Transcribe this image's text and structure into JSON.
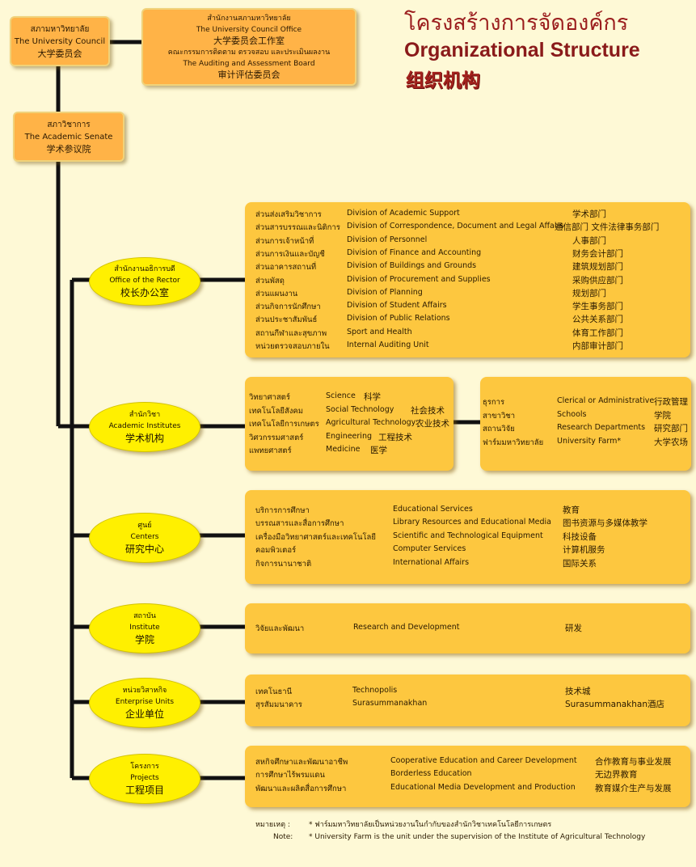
{
  "title": {
    "thai": "โครงสร้างการจัดองค์กร",
    "english": "Organizational Structure",
    "chinese": "组织机构"
  },
  "council": {
    "thai": "สภามหาวิทยาลัย",
    "english": "The University Council",
    "chinese": "大学委员会"
  },
  "council_office": {
    "thai1": "สำนักงานสภามหาวิทยาลัย",
    "english1": "The University Council Office",
    "chinese1": "大学委员会工作室",
    "thai2": "คณะกรรมการติดตาม ตรวจสอบ และประเมินผลงาน",
    "english2": "The Auditing and Assessment Board",
    "chinese2": "审计评估委员会"
  },
  "senate": {
    "thai": "สภาวิชาการ",
    "english": "The Academic Senate",
    "chinese": "学术参议院"
  },
  "units": [
    {
      "thai": "สำนักงานอธิการบดี",
      "english": "Office of the Rector",
      "chinese": "校长办公室",
      "rows": [
        {
          "th": "ส่วนส่งเสริมวิชาการ",
          "en": "Division of Academic Support",
          "cn": "学术部门"
        },
        {
          "th": "ส่วนสารบรรณและนิติการ",
          "en": "Division of Correspondence, Document and Legal Affairs",
          "cn": "通信部门 文件法律事务部门"
        },
        {
          "th": "ส่วนการเจ้าหน้าที่",
          "en": "Division of Personnel",
          "cn": "人事部门"
        },
        {
          "th": "ส่วนการเงินและบัญชี",
          "en": "Division of Finance and Accounting",
          "cn": "财务会计部门"
        },
        {
          "th": "ส่วนอาคารสถานที่",
          "en": "Division of Buildings and Grounds",
          "cn": "建筑规划部门"
        },
        {
          "th": "ส่วนพัสดุ",
          "en": "Division of Procurement and Supplies",
          "cn": "采购供应部门"
        },
        {
          "th": "ส่วนแผนงาน",
          "en": "Division of Planning",
          "cn": "规划部门"
        },
        {
          "th": "ส่วนกิจการนักศึกษา",
          "en": "Division of Student Affairs",
          "cn": "学生事务部门"
        },
        {
          "th": "ส่วนประชาสัมพันธ์",
          "en": "Division of Public Relations",
          "cn": "公共关系部门"
        },
        {
          "th": "สถานกีฬาและสุขภาพ",
          "en": "Sport and Health",
          "cn": "体育工作部门"
        },
        {
          "th": "หน่วยตรวจสอบภายใน",
          "en": "Internal Auditing Unit",
          "cn": "内部审计部门"
        }
      ]
    },
    {
      "thai": "สำนักวิชา",
      "english": "Academic Institutes",
      "chinese": "学术机构",
      "rows": [
        {
          "th": "วิทยาศาสตร์",
          "en": "Science",
          "cn": "科学"
        },
        {
          "th": "เทคโนโลยีสังคม",
          "en": "Social Technology",
          "cn": "社会技术"
        },
        {
          "th": "เทคโนโลยีการเกษตร",
          "en": "Agricultural Technology",
          "cn": "农业技术"
        },
        {
          "th": "วิศวกรรมศาสตร์",
          "en": "Engineering",
          "cn": "工程技术"
        },
        {
          "th": "แพทยศาสตร์",
          "en": "Medicine",
          "cn": "医学"
        }
      ],
      "sub_rows": [
        {
          "th": "ธุรการ",
          "en": "Clerical or Administrative",
          "cn": "行政管理"
        },
        {
          "th": "สาขาวิชา",
          "en": "Schools",
          "cn": "学院"
        },
        {
          "th": "สถานวิจัย",
          "en": "Research Departments",
          "cn": "研究部门"
        },
        {
          "th": "ฟาร์มมหาวิทยาลัย",
          "en": "University Farm*",
          "cn": "大学农场"
        }
      ]
    },
    {
      "thai": "ศูนย์",
      "english": "Centers",
      "chinese": "研究中心",
      "rows": [
        {
          "th": "บริการการศึกษา",
          "en": "Educational Services",
          "cn": "教育"
        },
        {
          "th": "บรรณสารและสื่อการศึกษา",
          "en": "Library Resources and Educational Media",
          "cn": "图书资源与多媒体教学"
        },
        {
          "th": "เครื่องมือวิทยาศาสตร์และเทคโนโลยี",
          "en": "Scientific and Technological Equipment",
          "cn": "科技设备"
        },
        {
          "th": "คอมพิวเตอร์",
          "en": "Computer Services",
          "cn": "计算机服务"
        },
        {
          "th": "กิจการนานาชาติ",
          "en": "International Affairs",
          "cn": "国际关系"
        }
      ]
    },
    {
      "thai": "สถาบัน",
      "english": "Institute",
      "chinese": "学院",
      "rows": [
        {
          "th": "วิจัยและพัฒนา",
          "en": "Research and Development",
          "cn": "研发"
        }
      ]
    },
    {
      "thai": "หน่วยวิสาหกิจ",
      "english": "Enterprise Units",
      "chinese": "企业单位",
      "rows": [
        {
          "th": "เทคโนธานี",
          "en": "Technopolis",
          "cn": "技术城"
        },
        {
          "th": "สุรสัมมนาคาร",
          "en": "Surasummanakhan",
          "cn": "Surasummanakhan酒店"
        }
      ]
    },
    {
      "thai": "โครงการ",
      "english": "Projects",
      "chinese": "工程项目",
      "rows": [
        {
          "th": "สหกิจศึกษาและพัฒนาอาชีพ",
          "en": "Cooperative Education and Career Development",
          "cn": "合作教育与事业发展"
        },
        {
          "th": "การศึกษาไร้พรมแดน",
          "en": "Borderless Education",
          "cn": "无边界教育"
        },
        {
          "th": "พัฒนาและผลิตสื่อการศึกษา",
          "en": "Educational Media Development and Production",
          "cn": "教育媒介生产与发展"
        }
      ]
    }
  ],
  "note": {
    "thai_label": "หมายเหตุ :",
    "thai_text": "* ฟาร์มมหาวิทยาลัยเป็นหน่วยงานในกำกับของสำนักวิชาเทคโนโลยีการเกษตร",
    "en_label": "Note:",
    "en_text": "* University Farm is the unit under the supervision of the Institute of Agricultural Technology"
  }
}
